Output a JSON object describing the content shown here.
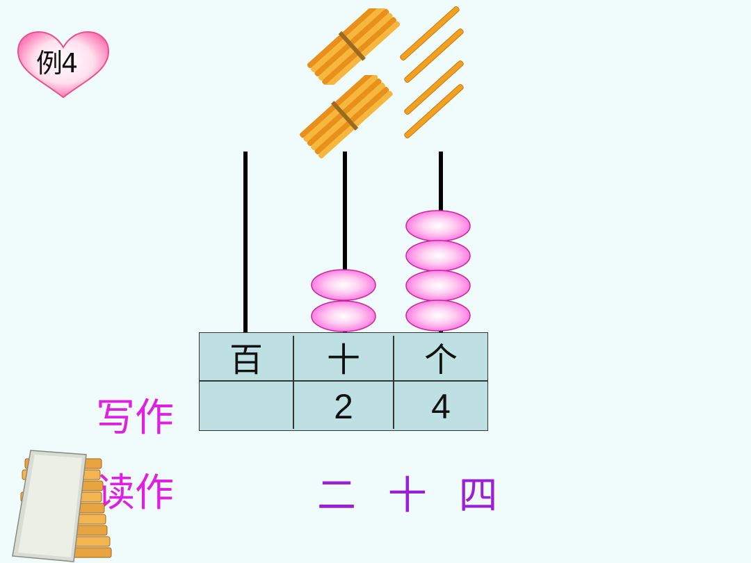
{
  "example_label": "例4",
  "place_values": {
    "hundreds": "百",
    "tens": "十",
    "ones": "个"
  },
  "written": {
    "hundreds": "",
    "tens": "2",
    "ones": "4"
  },
  "labels": {
    "write": "写作",
    "read": "读作"
  },
  "reading": "二 十 四",
  "abacus": {
    "hundreds_beads": 0,
    "tens_beads": 2,
    "ones_beads": 4
  },
  "sticks": {
    "bundles_of_ten": 2,
    "single_sticks": 4
  },
  "colors": {
    "bead": "#ff7ee0",
    "label_magenta": "#e020e0",
    "reading_purple": "#9b1fd6",
    "table_fill": "#bfe0e2",
    "stick": "#f2a020"
  }
}
